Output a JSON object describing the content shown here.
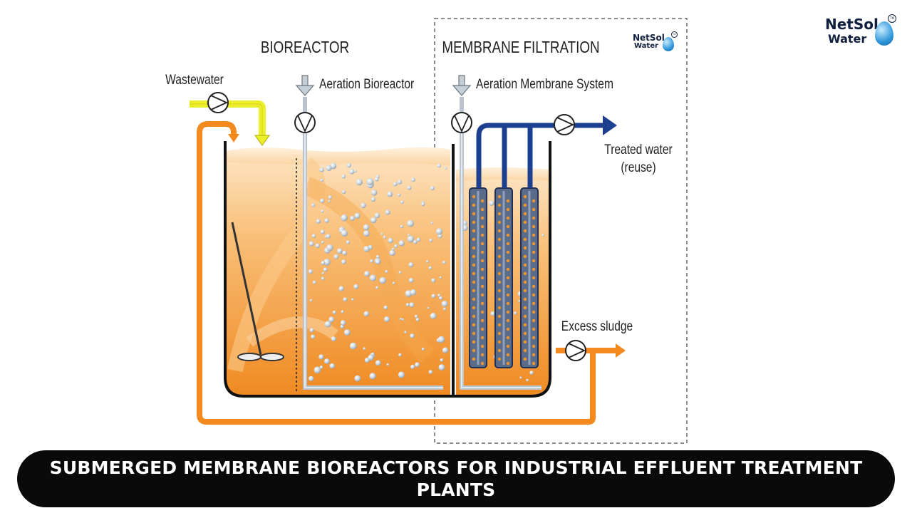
{
  "labels": {
    "bioreactor": "BIOREACTOR",
    "membrane_filtration": "MEMBRANE FILTRATION",
    "wastewater": "Wastewater",
    "aeration_bioreactor": "Aeration Bioreactor",
    "aeration_membrane": "Aeration Membrane System",
    "treated_water_line1": "Treated water",
    "treated_water_line2": "(reuse)",
    "excess_sludge": "Excess sludge"
  },
  "logo": {
    "line1": "NetSol",
    "line2": "Water",
    "mark": "TM"
  },
  "caption": "SUBMERGED MEMBRANE BIOREACTORS FOR INDUSTRIAL EFFLUENT TREATMENT PLANTS",
  "colors": {
    "sludge": "#f0962c",
    "pipe_orange": "#f48a1e",
    "wastewater_yellow": "#ecee2a",
    "treated_blue": "#1d3f8f",
    "air_grey": "#b9c4cf",
    "caption_bg": "#0a0a0a"
  }
}
